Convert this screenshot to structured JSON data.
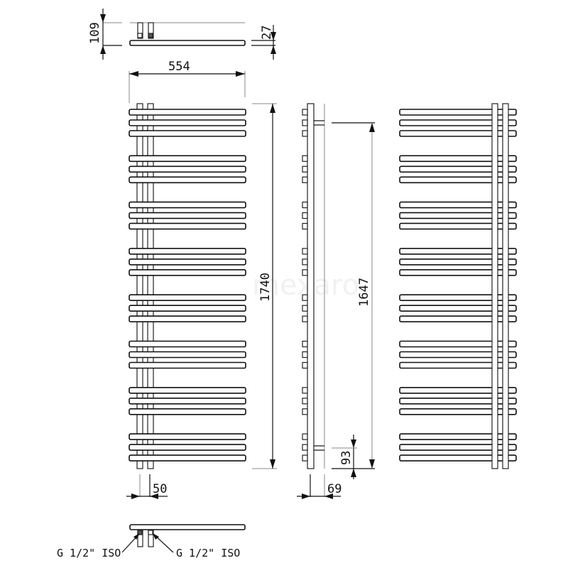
{
  "dimensions": {
    "top_view_depth": "109",
    "bar_thickness": "27",
    "width": "554",
    "total_height": "1740",
    "bracket_spacing": "1647",
    "bottom_bracket_offset": "93",
    "pipe_spacing": "50",
    "wall_distance": "69"
  },
  "connections": {
    "left_label": "G 1/2\" ISO",
    "right_label": "G 1/2\" ISO"
  },
  "watermark": "mexaro",
  "bar_groups": 8,
  "bars_per_group": 3
}
